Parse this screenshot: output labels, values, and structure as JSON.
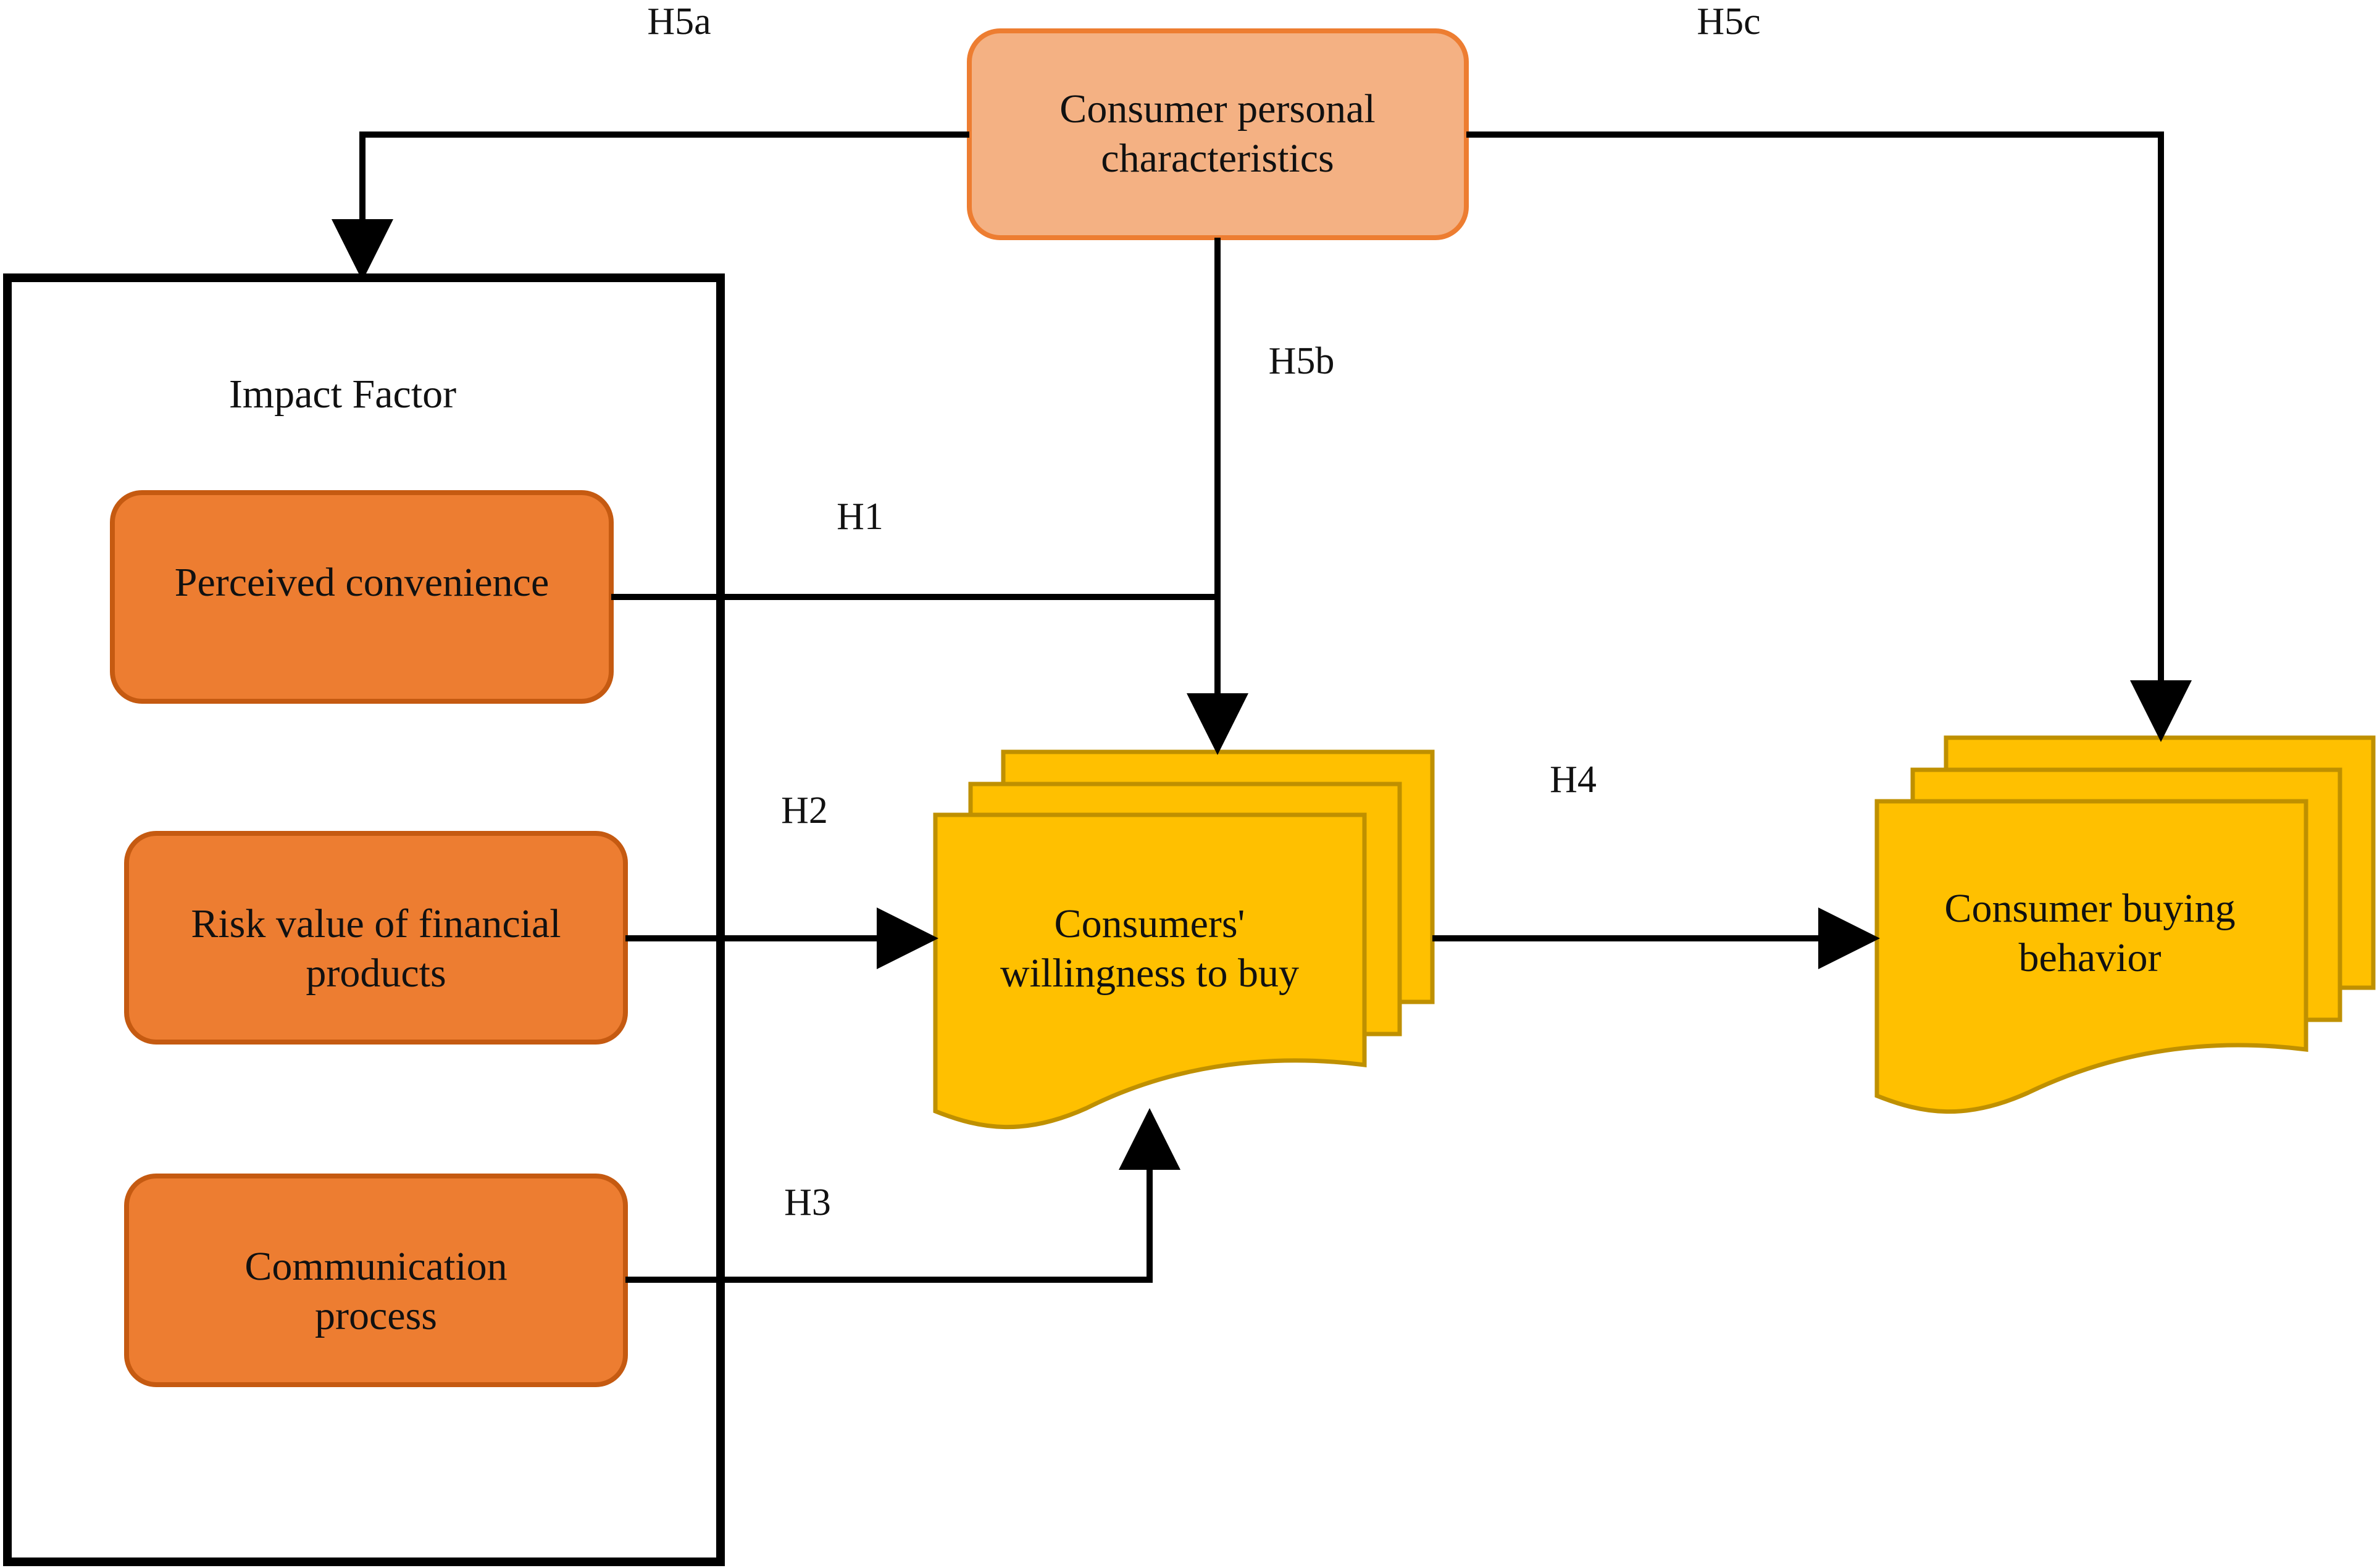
{
  "colors": {
    "personal_fill": "#F4B183",
    "personal_stroke": "#ED7D31",
    "factor_fill": "#ED7D31",
    "factor_stroke": "#C55A11",
    "outcome_fill": "#FFC000",
    "outcome_stroke": "#BF9000",
    "line": "#000000"
  },
  "nodes": {
    "personal": {
      "lines": [
        "Consumer personal",
        "characteristics"
      ]
    },
    "impact_group": {
      "title": "Impact Factor"
    },
    "convenience": {
      "lines": [
        "Perceived convenience"
      ]
    },
    "risk": {
      "lines": [
        "Risk value of financial",
        "products"
      ]
    },
    "communication": {
      "lines": [
        "Communication",
        "process"
      ]
    },
    "willingness": {
      "lines": [
        "Consumers'",
        "willingness to buy"
      ]
    },
    "behavior": {
      "lines": [
        "Consumer buying",
        "behavior"
      ]
    }
  },
  "hypotheses": {
    "h1": "H1",
    "h2": "H2",
    "h3": "H3",
    "h4": "H4",
    "h5a": "H5a",
    "h5b": "H5b",
    "h5c": "H5c"
  }
}
